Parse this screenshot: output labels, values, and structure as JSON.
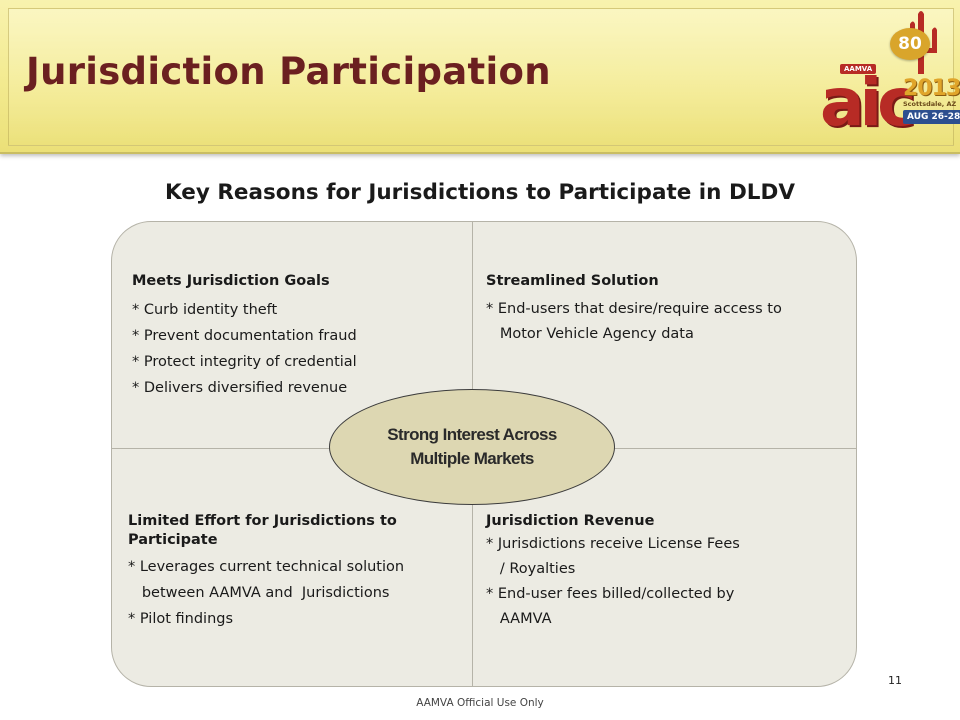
{
  "header": {
    "title": "Jurisdiction Participation",
    "logo": {
      "anniversary": "80",
      "org": "AAMVA",
      "name": "aic",
      "year": "2013",
      "location": "Scottsdale, AZ",
      "dates": "AUG 26-28"
    }
  },
  "subtitle": "Key Reasons for Jurisdictions to Participate in DLDV",
  "quadrants": {
    "top_left": {
      "heading": "Meets Jurisdiction Goals",
      "items": [
        "* Curb identity theft",
        "* Prevent documentation fraud",
        "* Protect integrity of credential",
        "* Delivers diversified revenue"
      ]
    },
    "top_right": {
      "heading": "Streamlined Solution",
      "items": [
        "* End-users that desire/require access to",
        "   Motor Vehicle Agency data"
      ]
    },
    "bottom_left": {
      "heading": "Limited Effort for Jurisdictions to Participate",
      "items": [
        "* Leverages current technical solution",
        "   between AAMVA and  Jurisdictions",
        "* Pilot findings"
      ]
    },
    "bottom_right": {
      "heading": "Jurisdiction  Revenue",
      "items": [
        "* Jurisdictions receive License Fees",
        "   / Royalties",
        "* End-user fees billed/collected by",
        "   AAMVA"
      ]
    }
  },
  "center": {
    "line1": "Strong Interest Across",
    "line2": "Multiple Markets"
  },
  "footer": {
    "classification": "AAMVA Official Use Only",
    "page_number": "11"
  },
  "colors": {
    "banner": "#f3ea8f",
    "title": "#6b2020",
    "panel": "#ecebe3",
    "oval": "#ddd7b2"
  }
}
